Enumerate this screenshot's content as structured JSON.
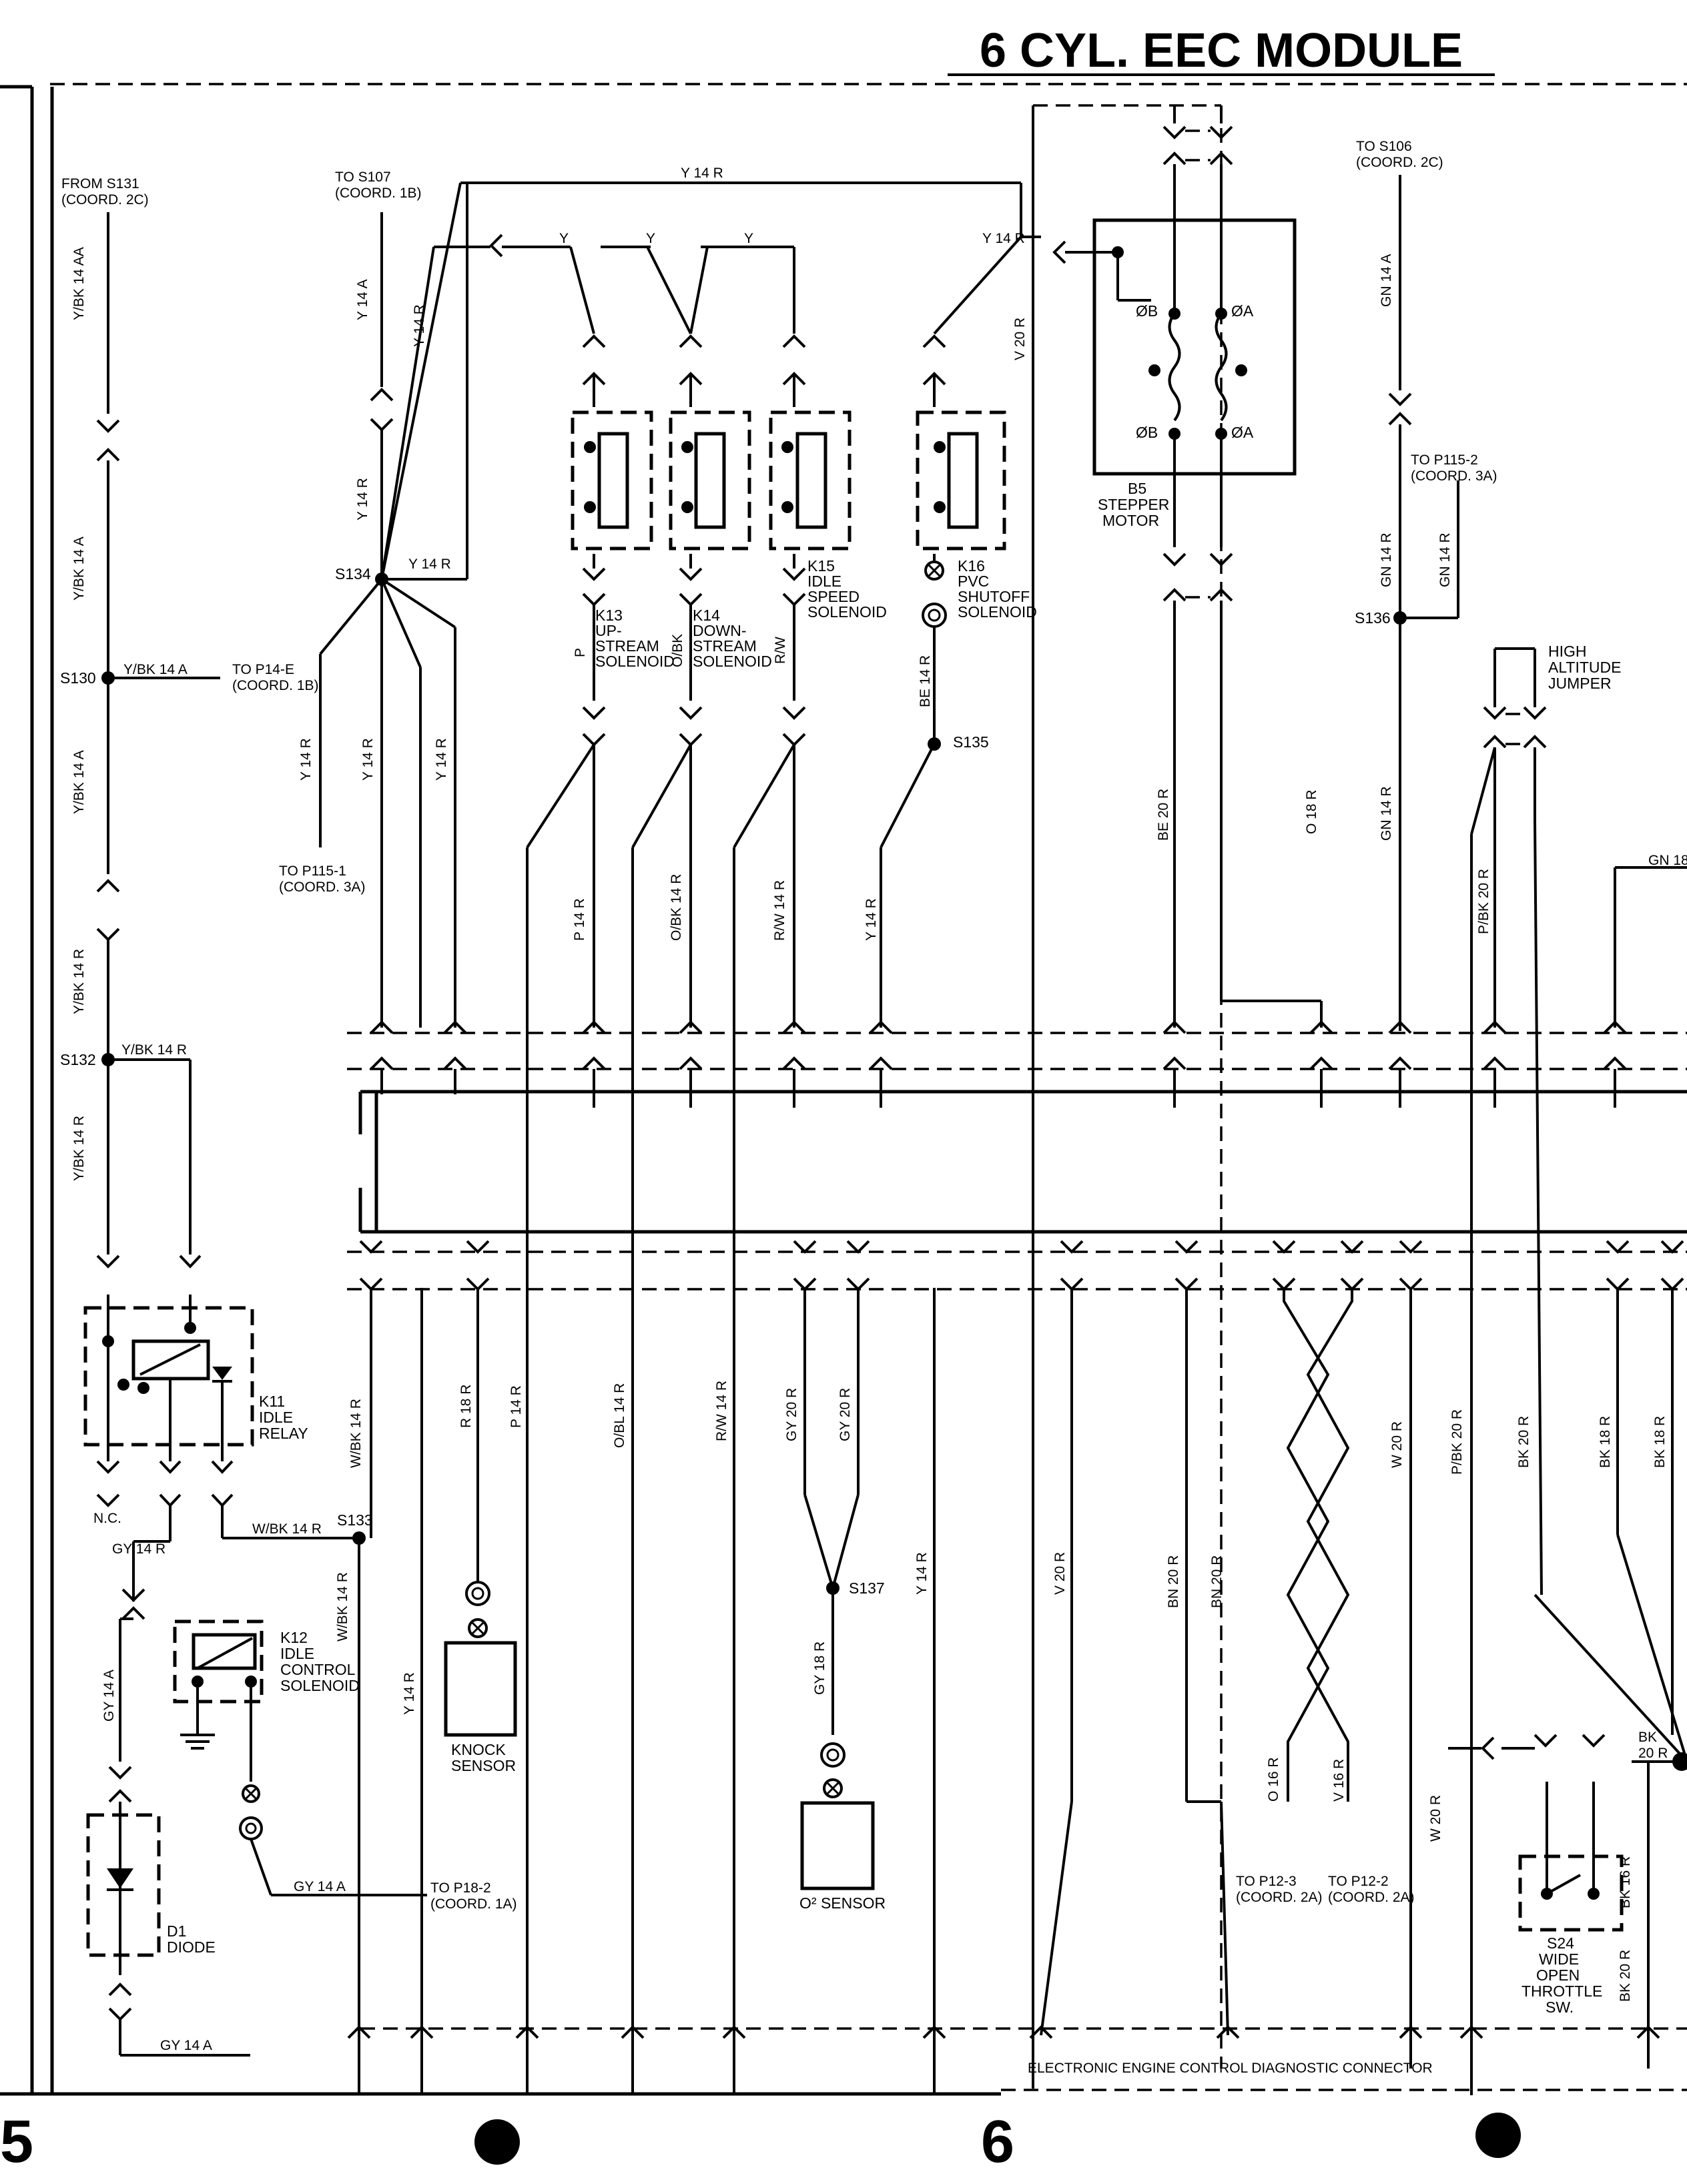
{
  "title": "6 CYL. EEC MODULE",
  "page_number": "6",
  "prev_page_number": "5",
  "diagnostic_connector": "ELECTRONIC ENGINE CONTROL DIAGNOSTIC CONNECTOR",
  "offpage": {
    "from_s131": [
      "FROM S131",
      "(COORD. 2C)"
    ],
    "to_s107": [
      "TO S107",
      "(COORD. 1B)"
    ],
    "to_s106": [
      "TO S106",
      "(COORD. 2C)"
    ],
    "to_p115_2": [
      "TO P115-2",
      "(COORD. 3A)"
    ],
    "to_p14_e": [
      "TO P14-E",
      "(COORD. 1B)"
    ],
    "to_p115_1": [
      "TO P115-1",
      "(COORD. 3A)"
    ],
    "to_p18_2": [
      "TO P18-2",
      "(COORD. 1A)"
    ],
    "to_p12_3": [
      "TO P12-3",
      "(COORD. 2A)"
    ],
    "to_p12_2": [
      "TO P12-2",
      "(COORD. 2A)"
    ]
  },
  "components": {
    "k13": [
      "K13",
      "UP-",
      "STREAM",
      "SOLENOID"
    ],
    "k14": [
      "K14",
      "DOWN-",
      "STREAM",
      "SOLENOID"
    ],
    "k15": [
      "K15",
      "IDLE",
      "SPEED",
      "SOLENOID"
    ],
    "k16": [
      "K16",
      "PVC",
      "SHUTOFF",
      "SOLENOID"
    ],
    "b5": [
      "B5",
      "STEPPER",
      "MOTOR"
    ],
    "k11": [
      "K11",
      "IDLE",
      "RELAY"
    ],
    "k12": [
      "K12",
      "IDLE",
      "CONTROL",
      "SOLENOID"
    ],
    "d1": [
      "D1",
      "DIODE"
    ],
    "knock": [
      "KNOCK",
      "SENSOR"
    ],
    "o2": [
      "O² SENSOR"
    ],
    "s24": [
      "S24",
      "WIDE",
      "OPEN",
      "THROTTLE",
      "SW."
    ],
    "jumper": [
      "HIGH",
      "ALTITUDE",
      "JUMPER"
    ]
  },
  "stepper_phases": [
    "ØB",
    "ØA",
    "ØB",
    "ØA"
  ],
  "splices": [
    "S130",
    "S132",
    "S133",
    "S134",
    "S135",
    "S136",
    "S137"
  ],
  "nc_label": "N.C.",
  "wires": {
    "y_bk_14_aa": "Y/BK 14 AA",
    "y_bk_14_a": "Y/BK 14 A",
    "y_bk_14_r": "Y/BK 14 R",
    "y_14_a": "Y 14 A",
    "y_14_r": "Y 14 R",
    "y": "Y",
    "gy_14_r": "GY 14 R",
    "gy_14_a": "GY 14 A",
    "w_bk_14_r": "W/BK 14 R",
    "p_14_r": "P 14 R",
    "o_bk_14_r": "O/BK 14 R",
    "r_w_14_r": "R/W 14 R",
    "r_w": "R/W",
    "o_bk": "O/BK",
    "p": "P",
    "be_20_r": "BE 20 R",
    "be_14_r": "BE 14 R",
    "o_18_r": "O 18 R",
    "gn_14_a": "GN 14 A",
    "gn_14_r": "GN 14 R",
    "gn_18": "GN 18",
    "v_20_r": "V 20 R",
    "p_bk_20_r": "P/BK 20 R",
    "r_18_r": "R 18 R",
    "o_bl_14_r": "O/BL 14 R",
    "gy_20_r": "GY 20 R",
    "gy_18_r": "GY 18 R",
    "bn_20_r": "BN 20 R",
    "w_20_r": "W 20 R",
    "bk_20_r": "BK 20 R",
    "bk_18_r": "BK 18 R",
    "bk_16_r": "BK 16 R",
    "o_16_r": "O 16 R",
    "v_16_r": "V 16 R",
    "bk": "BK",
    "r20": "20 R"
  }
}
